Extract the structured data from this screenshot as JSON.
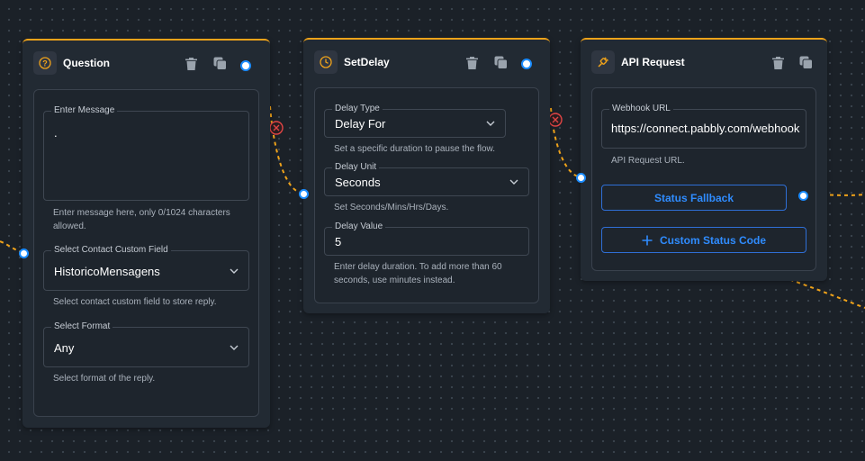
{
  "colors": {
    "accent": "#f0a31a",
    "link_blue": "#2f8cff",
    "handle_blue": "#1a8cff",
    "error_red": "#e14545"
  },
  "nodes": {
    "question": {
      "title": "Question",
      "icon": "question-circle-icon",
      "message": {
        "label": "Enter Message",
        "value": ".",
        "helper": "Enter message here, only 0/1024 characters allowed."
      },
      "custom_field": {
        "label": "Select Contact Custom Field",
        "value": "HistoricoMensagens",
        "helper": "Select contact custom field to store reply."
      },
      "format": {
        "label": "Select Format",
        "value": "Any",
        "helper": "Select format of the reply."
      }
    },
    "setdelay": {
      "title": "SetDelay",
      "icon": "clock-icon",
      "delay_type": {
        "label": "Delay Type",
        "value": "Delay For",
        "helper": "Set a specific duration to pause the flow."
      },
      "delay_unit": {
        "label": "Delay Unit",
        "value": "Seconds",
        "helper": "Set Seconds/Mins/Hrs/Days."
      },
      "delay_value": {
        "label": "Delay Value",
        "value": "5",
        "helper": "Enter delay duration. To add more than 60 seconds, use minutes instead."
      }
    },
    "api": {
      "title": "API Request",
      "icon": "plug-icon",
      "webhook": {
        "label": "Webhook URL",
        "value": "https://connect.pabbly.com/webhook",
        "helper": "API Request URL."
      },
      "status_fallback": "Status Fallback",
      "custom_status": "Custom Status Code"
    }
  }
}
